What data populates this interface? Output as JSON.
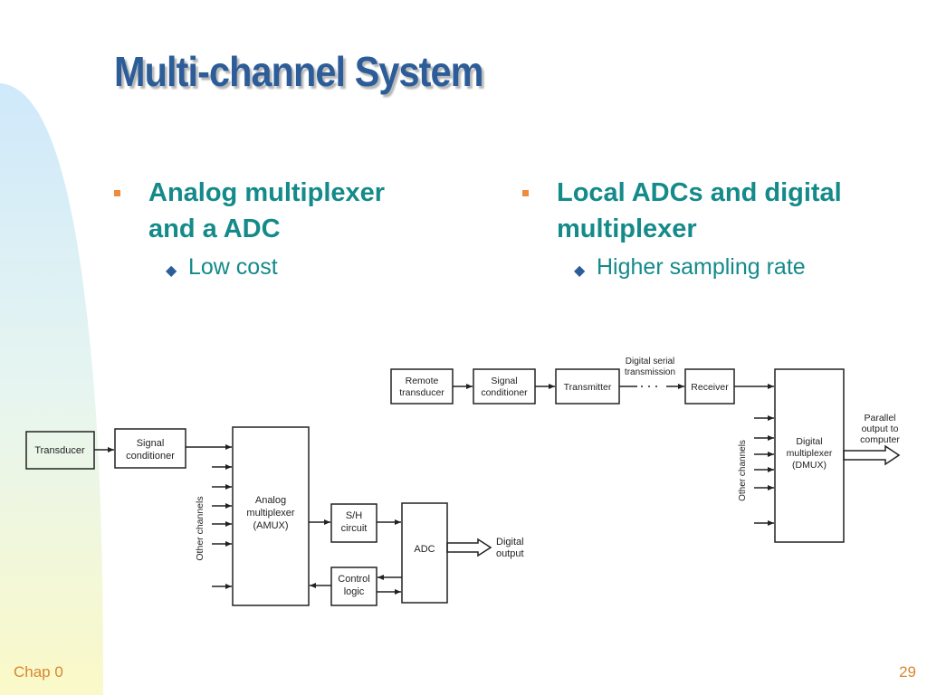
{
  "slide": {
    "title": "Multi-channel System",
    "left_column": {
      "bullet": "Analog multiplexer and a ADC",
      "bullet_line1": "Analog multiplexer",
      "bullet_line2": "and a ADC",
      "sub_bullet": "Low cost"
    },
    "right_column": {
      "bullet": "Local ADCs and digital multiplexer",
      "bullet_line1": "Local ADCs and digital",
      "bullet_line2": "multiplexer",
      "sub_bullet": "Higher sampling rate"
    },
    "footer": {
      "left": "Chap 0",
      "right": "29"
    }
  },
  "diagram_left": {
    "transducer": "Transducer",
    "signal_conditioner_l1": "Signal",
    "signal_conditioner_l2": "conditioner",
    "other_channels": "Other channels",
    "amux_l1": "Analog",
    "amux_l2": "multiplexer",
    "amux_l3": "(AMUX)",
    "sh_l1": "S/H",
    "sh_l2": "circuit",
    "adc": "ADC",
    "control_l1": "Control",
    "control_l2": "logic",
    "digital_output_l1": "Digital",
    "digital_output_l2": "output"
  },
  "diagram_right": {
    "remote_transducer_l1": "Remote",
    "remote_transducer_l2": "transducer",
    "signal_conditioner_l1": "Signal",
    "signal_conditioner_l2": "conditioner",
    "transmitter": "Transmitter",
    "serial_l1": "Digital serial",
    "serial_l2": "transmission",
    "receiver": "Receiver",
    "other_channels": "Other channels",
    "dmux_l1": "Digital",
    "dmux_l2": "multiplexer",
    "dmux_l3": "(DMUX)",
    "parallel_l1": "Parallel",
    "parallel_l2": "output to",
    "parallel_l3": "computer"
  },
  "colors": {
    "title": "#2c5d98",
    "bullet_text": "#148a8a",
    "bullet_marker": "#f08a3c",
    "footer_text": "#d8862e",
    "background_gradient_top": "#cfe9fb",
    "background_gradient_bottom": "#fbf9c8"
  }
}
